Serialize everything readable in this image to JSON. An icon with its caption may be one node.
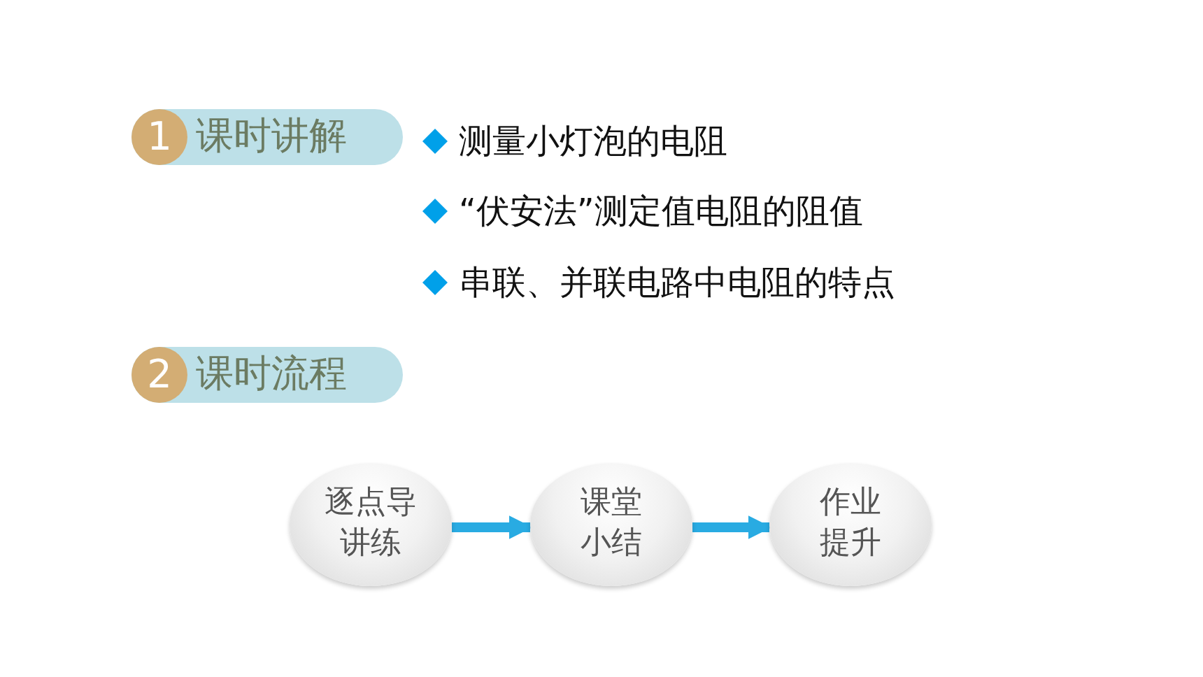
{
  "diagram": {
    "nodes": [
      {
        "text": [
          "1",
          "课时讲解"
        ]
      },
      {
        "text": [
          "2",
          "课时流程"
        ]
      },
      {
        "text": [
          "逐点导讲练"
        ]
      },
      {
        "text": [
          "课堂小结"
        ]
      },
      {
        "text": [
          "作业提升"
        ]
      }
    ],
    "edges": [
      {
        "from": 2,
        "to": 3,
        "arrow": "to"
      },
      {
        "from": 3,
        "to": 4,
        "arrow": "to"
      }
    ],
    "labels": [
      "测量小灯泡的电阻",
      "“伏安法”测定值电阻的阻值",
      "串联、并联电路中电阻的特点"
    ]
  }
}
